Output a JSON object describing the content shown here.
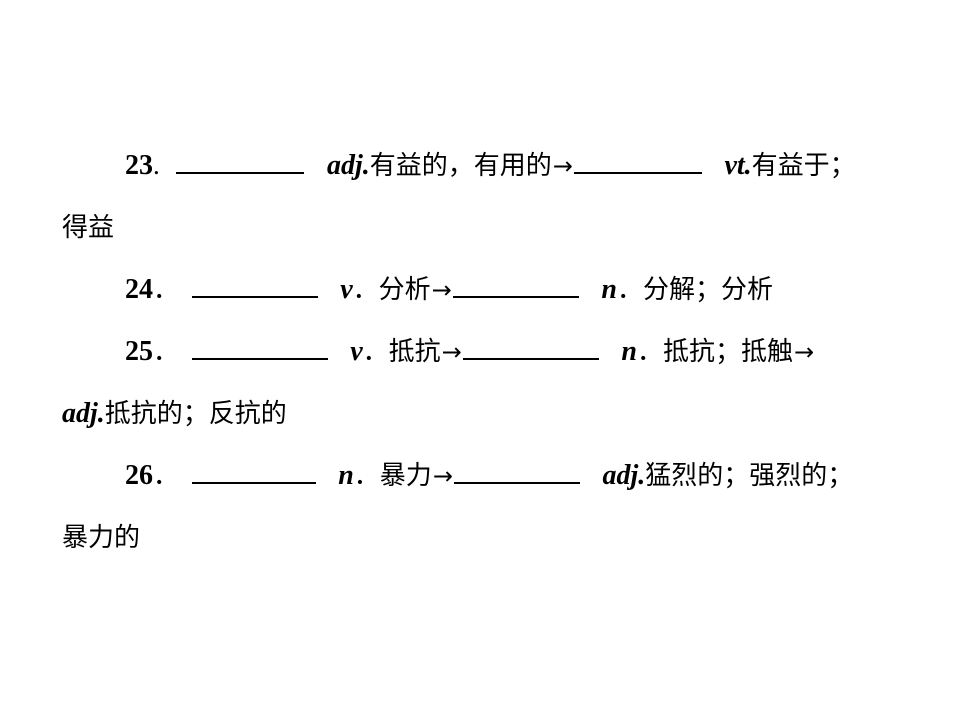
{
  "items": [
    {
      "number": "23",
      "sep": ".",
      "pos1": "adj.",
      "meaning1": "有益的，有用的",
      "arrow": "→",
      "pos2": "vt.",
      "meaning2": "有益于；",
      "continuation": "得益"
    },
    {
      "number": "24",
      "sep": "．",
      "pos1": "v",
      "pos1_dot": "．",
      "meaning1": "分析",
      "arrow": "→",
      "pos2": "n",
      "pos2_dot": "．",
      "meaning2": "分解；分析"
    },
    {
      "number": "25",
      "sep": "．",
      "pos1": "v",
      "pos1_dot": "．",
      "meaning1": "抵抗",
      "arrow": "→",
      "pos2": "n",
      "pos2_dot": "．",
      "meaning2": "抵抗；抵触",
      "arrow2": "→",
      "continuation_pos": "adj.",
      "continuation": "抵抗的；反抗的"
    },
    {
      "number": "26",
      "sep": "．",
      "pos1": "n",
      "pos1_dot": "．",
      "meaning1": "暴力",
      "arrow": "→",
      "pos2": "adj.",
      "meaning2": "猛烈的；强烈的；",
      "continuation": "暴力的"
    }
  ]
}
